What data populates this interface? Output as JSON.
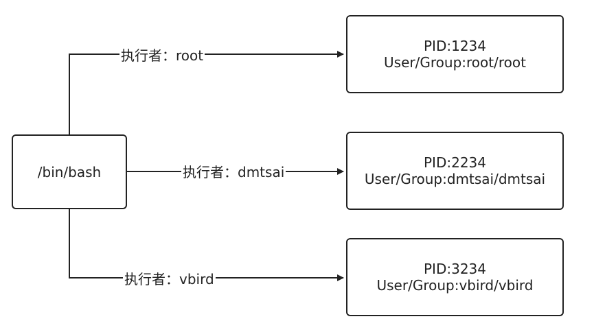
{
  "source": {
    "label": "/bin/bash"
  },
  "edges": [
    {
      "label": "执行者：root"
    },
    {
      "label": "执行者：dmtsai"
    },
    {
      "label": "执行者：vbird"
    }
  ],
  "processes": [
    {
      "pid": "PID:1234",
      "owner": "User/Group:root/root"
    },
    {
      "pid": "PID:2234",
      "owner": "User/Group:dmtsai/dmtsai"
    },
    {
      "pid": "PID:3234",
      "owner": "User/Group:vbird/vbird"
    }
  ],
  "colors": {
    "stroke": "#222222",
    "background": "#ffffff"
  }
}
